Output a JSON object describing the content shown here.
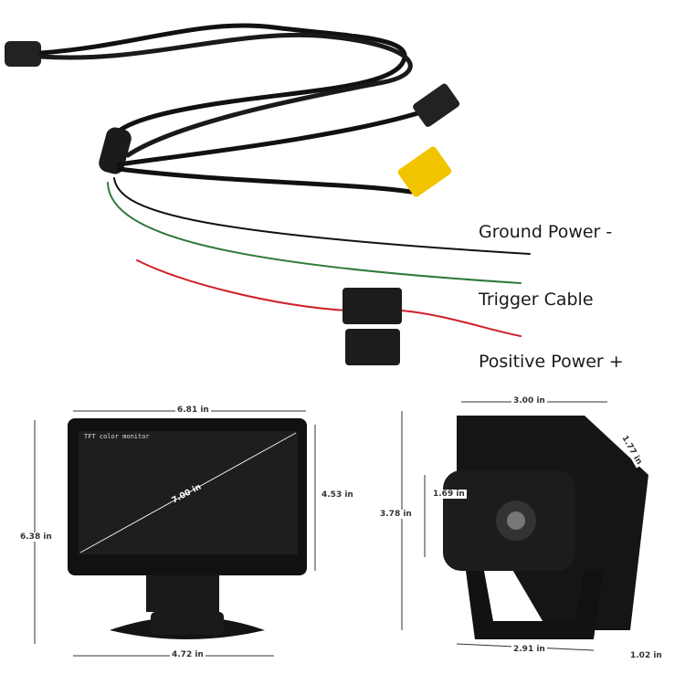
{
  "cable_labels": {
    "ground": "Ground Power -",
    "trigger": "Trigger Cable",
    "positive": "Positive Power +"
  },
  "monitor": {
    "screen_text": "TFT color monitor",
    "width": "6.81 in",
    "diagonal": "7.00 in",
    "screen_height": "4.53 in",
    "total_height": "6.38 in",
    "base_width": "4.72 in"
  },
  "camera": {
    "hood_width": "3.00 in",
    "hood_depth": "1.77 in",
    "lens_height": "1.69 in",
    "total_height": "3.78 in",
    "base_width": "2.91 in",
    "base_depth": "1.02 in"
  },
  "colors": {
    "cable": "#111111",
    "connector_yellow": "#f2c400",
    "wire_red": "#d0202a",
    "wire_green": "#2f7a3a"
  }
}
